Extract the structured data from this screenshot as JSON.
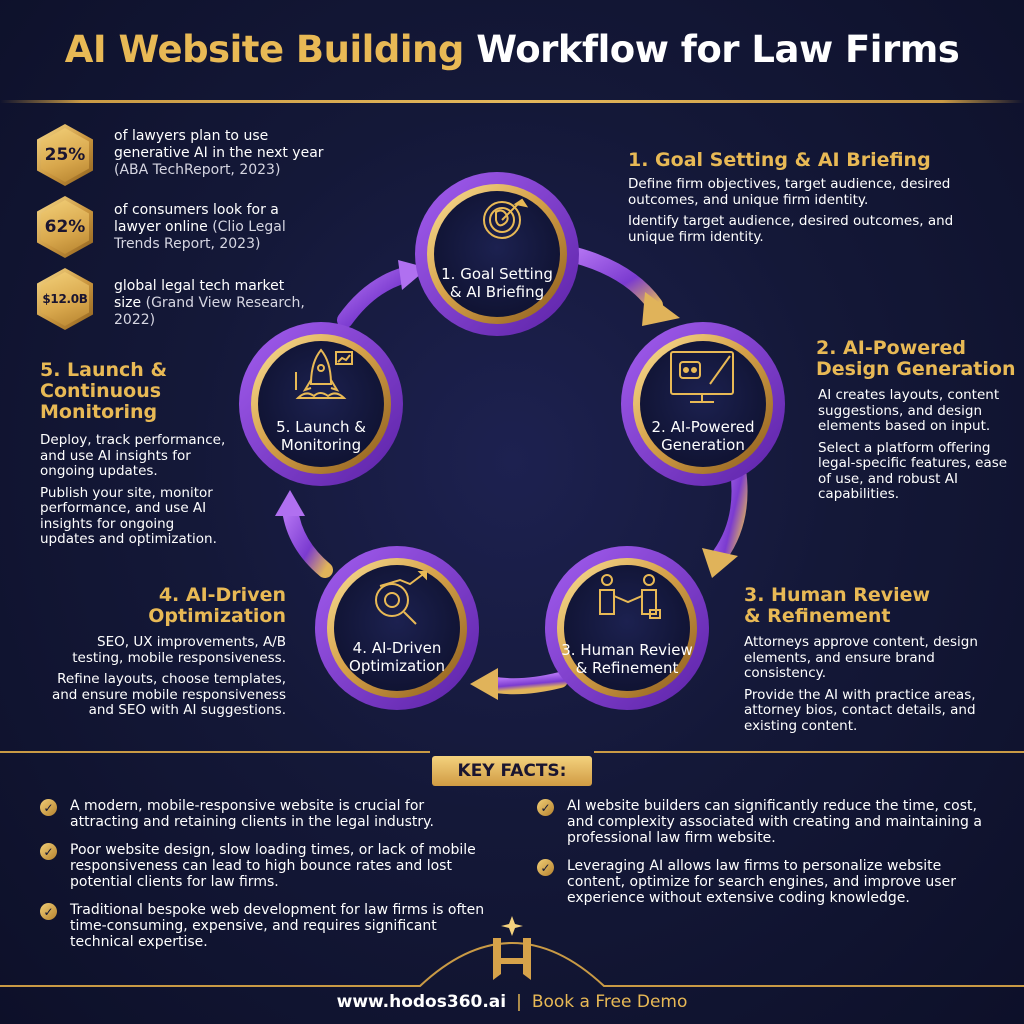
{
  "title": {
    "part1": "AI Website Building",
    "part2": "Workflow for Law Firms"
  },
  "stats": [
    {
      "value": "25%",
      "text": "of lawyers plan to use generative AI in the next year",
      "source": "(ABA TechReport, 2023)"
    },
    {
      "value": "62%",
      "text": "of consumers look for a lawyer online",
      "source": "(Clio Legal Trends Report, 2023)"
    },
    {
      "value": "$12.0B",
      "text": "global legal tech market size",
      "source": "(Grand View Research, 2022)"
    }
  ],
  "steps": {
    "goal": {
      "title": "1. Goal Setting & AI Briefing",
      "node_line1": "1. Goal Setting",
      "node_line2": "& AI Briefing",
      "desc1": "Define firm objectives, target audience, desired outcomes, and unique firm identity.",
      "desc2": "Identify target audience, desired outcomes, and unique firm identity."
    },
    "design": {
      "title_line1": "2. AI-Powered",
      "title_line2": "Design Generation",
      "node_line1": "2. AI-Powered",
      "node_line2": "Generation",
      "desc1": "AI creates layouts, content suggestions, and design elements based on input.",
      "desc2": "Select a platform offering legal-specific features, ease of use, and robust AI capabilities."
    },
    "review": {
      "title_line1": "3. Human Review",
      "title_line2": "& Refinement",
      "node_line1": "3. Human Review",
      "node_line2": "& Refinement",
      "desc1": "Attorneys approve content, design elements, and ensure brand consistency.",
      "desc2": "Provide the AI with practice areas, attorney bios, contact details, and existing content."
    },
    "optimize": {
      "title_line1": "4. AI-Driven",
      "title_line2": "Optimization",
      "node_line1": "4. AI-Driven",
      "node_line2": "Optimization",
      "desc1": "SEO, UX improvements, A/B testing, mobile responsiveness.",
      "desc2": "Refine layouts, choose templates, and ensure mobile responsiveness and SEO with AI suggestions."
    },
    "launch": {
      "title_line1": "5. Launch &",
      "title_line2": "Continuous",
      "title_line3": "Monitoring",
      "node_line1": "5. Launch &",
      "node_line2": "Monitoring",
      "desc1": "Deploy, track performance, and use AI insights for ongoing updates.",
      "desc2": "Publish your site, monitor performance, and use AI insights for ongoing updates and optimization."
    }
  },
  "key_facts": {
    "heading": "KEY FACTS:",
    "left": [
      "A modern, mobile-responsive website is crucial for attracting and retaining clients in the legal industry.",
      "Poor website design, slow loading times, or lack of mobile responsiveness can lead to high bounce rates and lost potential clients for law firms.",
      "Traditional bespoke web development for law firms is often time-consuming, expensive, and requires significant technical expertise."
    ],
    "right": [
      "AI website builders can significantly reduce the time, cost, and complexity associated with creating and maintaining a professional law firm website.",
      "Leveraging AI allows law firms to personalize website content, optimize for search engines, and improve user experience without extensive coding knowledge."
    ]
  },
  "footer": {
    "url": "www.hodos360.ai",
    "separator": "|",
    "cta": "Book a Free Demo"
  },
  "colors": {
    "background": "#141838",
    "gold": "#e8b955",
    "purple": "#8a45d6"
  },
  "icons": [
    "brain-target-icon",
    "robot-design-icon",
    "handshake-icon",
    "gear-magnifier-icon",
    "rocket-launch-icon",
    "check-icon",
    "hodos-logo-icon"
  ]
}
